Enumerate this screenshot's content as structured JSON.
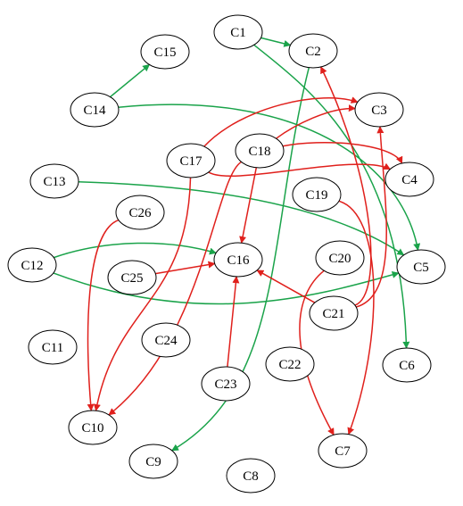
{
  "colors": {
    "green": "#1aa34a",
    "red": "#e0201c",
    "node_stroke": "#000000",
    "background": "#ffffff"
  },
  "nodes": [
    {
      "id": "C1",
      "label": "C1"
    },
    {
      "id": "C2",
      "label": "C2"
    },
    {
      "id": "C3",
      "label": "C3"
    },
    {
      "id": "C4",
      "label": "C4"
    },
    {
      "id": "C5",
      "label": "C5"
    },
    {
      "id": "C6",
      "label": "C6"
    },
    {
      "id": "C7",
      "label": "C7"
    },
    {
      "id": "C8",
      "label": "C8"
    },
    {
      "id": "C9",
      "label": "C9"
    },
    {
      "id": "C10",
      "label": "C10"
    },
    {
      "id": "C11",
      "label": "C11"
    },
    {
      "id": "C12",
      "label": "C12"
    },
    {
      "id": "C13",
      "label": "C13"
    },
    {
      "id": "C14",
      "label": "C14"
    },
    {
      "id": "C15",
      "label": "C15"
    },
    {
      "id": "C16",
      "label": "C16"
    },
    {
      "id": "C17",
      "label": "C17"
    },
    {
      "id": "C18",
      "label": "C18"
    },
    {
      "id": "C19",
      "label": "C19"
    },
    {
      "id": "C20",
      "label": "C20"
    },
    {
      "id": "C21",
      "label": "C21"
    },
    {
      "id": "C22",
      "label": "C22"
    },
    {
      "id": "C23",
      "label": "C23"
    },
    {
      "id": "C24",
      "label": "C24"
    },
    {
      "id": "C25",
      "label": "C25"
    },
    {
      "id": "C26",
      "label": "C26"
    }
  ],
  "edges": [
    {
      "from": "C1",
      "to": "C2",
      "color": "green"
    },
    {
      "from": "C1",
      "to": "C6",
      "color": "green"
    },
    {
      "from": "C2",
      "to": "C9",
      "color": "green"
    },
    {
      "from": "C14",
      "to": "C15",
      "color": "green"
    },
    {
      "from": "C14",
      "to": "C5",
      "color": "green"
    },
    {
      "from": "C13",
      "to": "C5",
      "color": "green"
    },
    {
      "from": "C12",
      "to": "C16",
      "color": "green"
    },
    {
      "from": "C12",
      "to": "C5",
      "color": "green"
    },
    {
      "from": "C17",
      "to": "C3",
      "color": "red"
    },
    {
      "from": "C17",
      "to": "C4",
      "color": "red"
    },
    {
      "from": "C17",
      "to": "C10",
      "color": "red"
    },
    {
      "from": "C18",
      "to": "C3",
      "color": "red"
    },
    {
      "from": "C18",
      "to": "C4",
      "color": "red"
    },
    {
      "from": "C18",
      "to": "C16",
      "color": "red"
    },
    {
      "from": "C18",
      "to": "C10",
      "color": "red"
    },
    {
      "from": "C19",
      "to": "C7",
      "color": "red"
    },
    {
      "from": "C20",
      "to": "C7",
      "color": "red"
    },
    {
      "from": "C21",
      "to": "C2",
      "color": "red"
    },
    {
      "from": "C21",
      "to": "C3",
      "color": "red"
    },
    {
      "from": "C21",
      "to": "C16",
      "color": "red"
    },
    {
      "from": "C25",
      "to": "C16",
      "color": "red"
    },
    {
      "from": "C23",
      "to": "C16",
      "color": "red"
    },
    {
      "from": "C26",
      "to": "C10",
      "color": "red"
    }
  ]
}
